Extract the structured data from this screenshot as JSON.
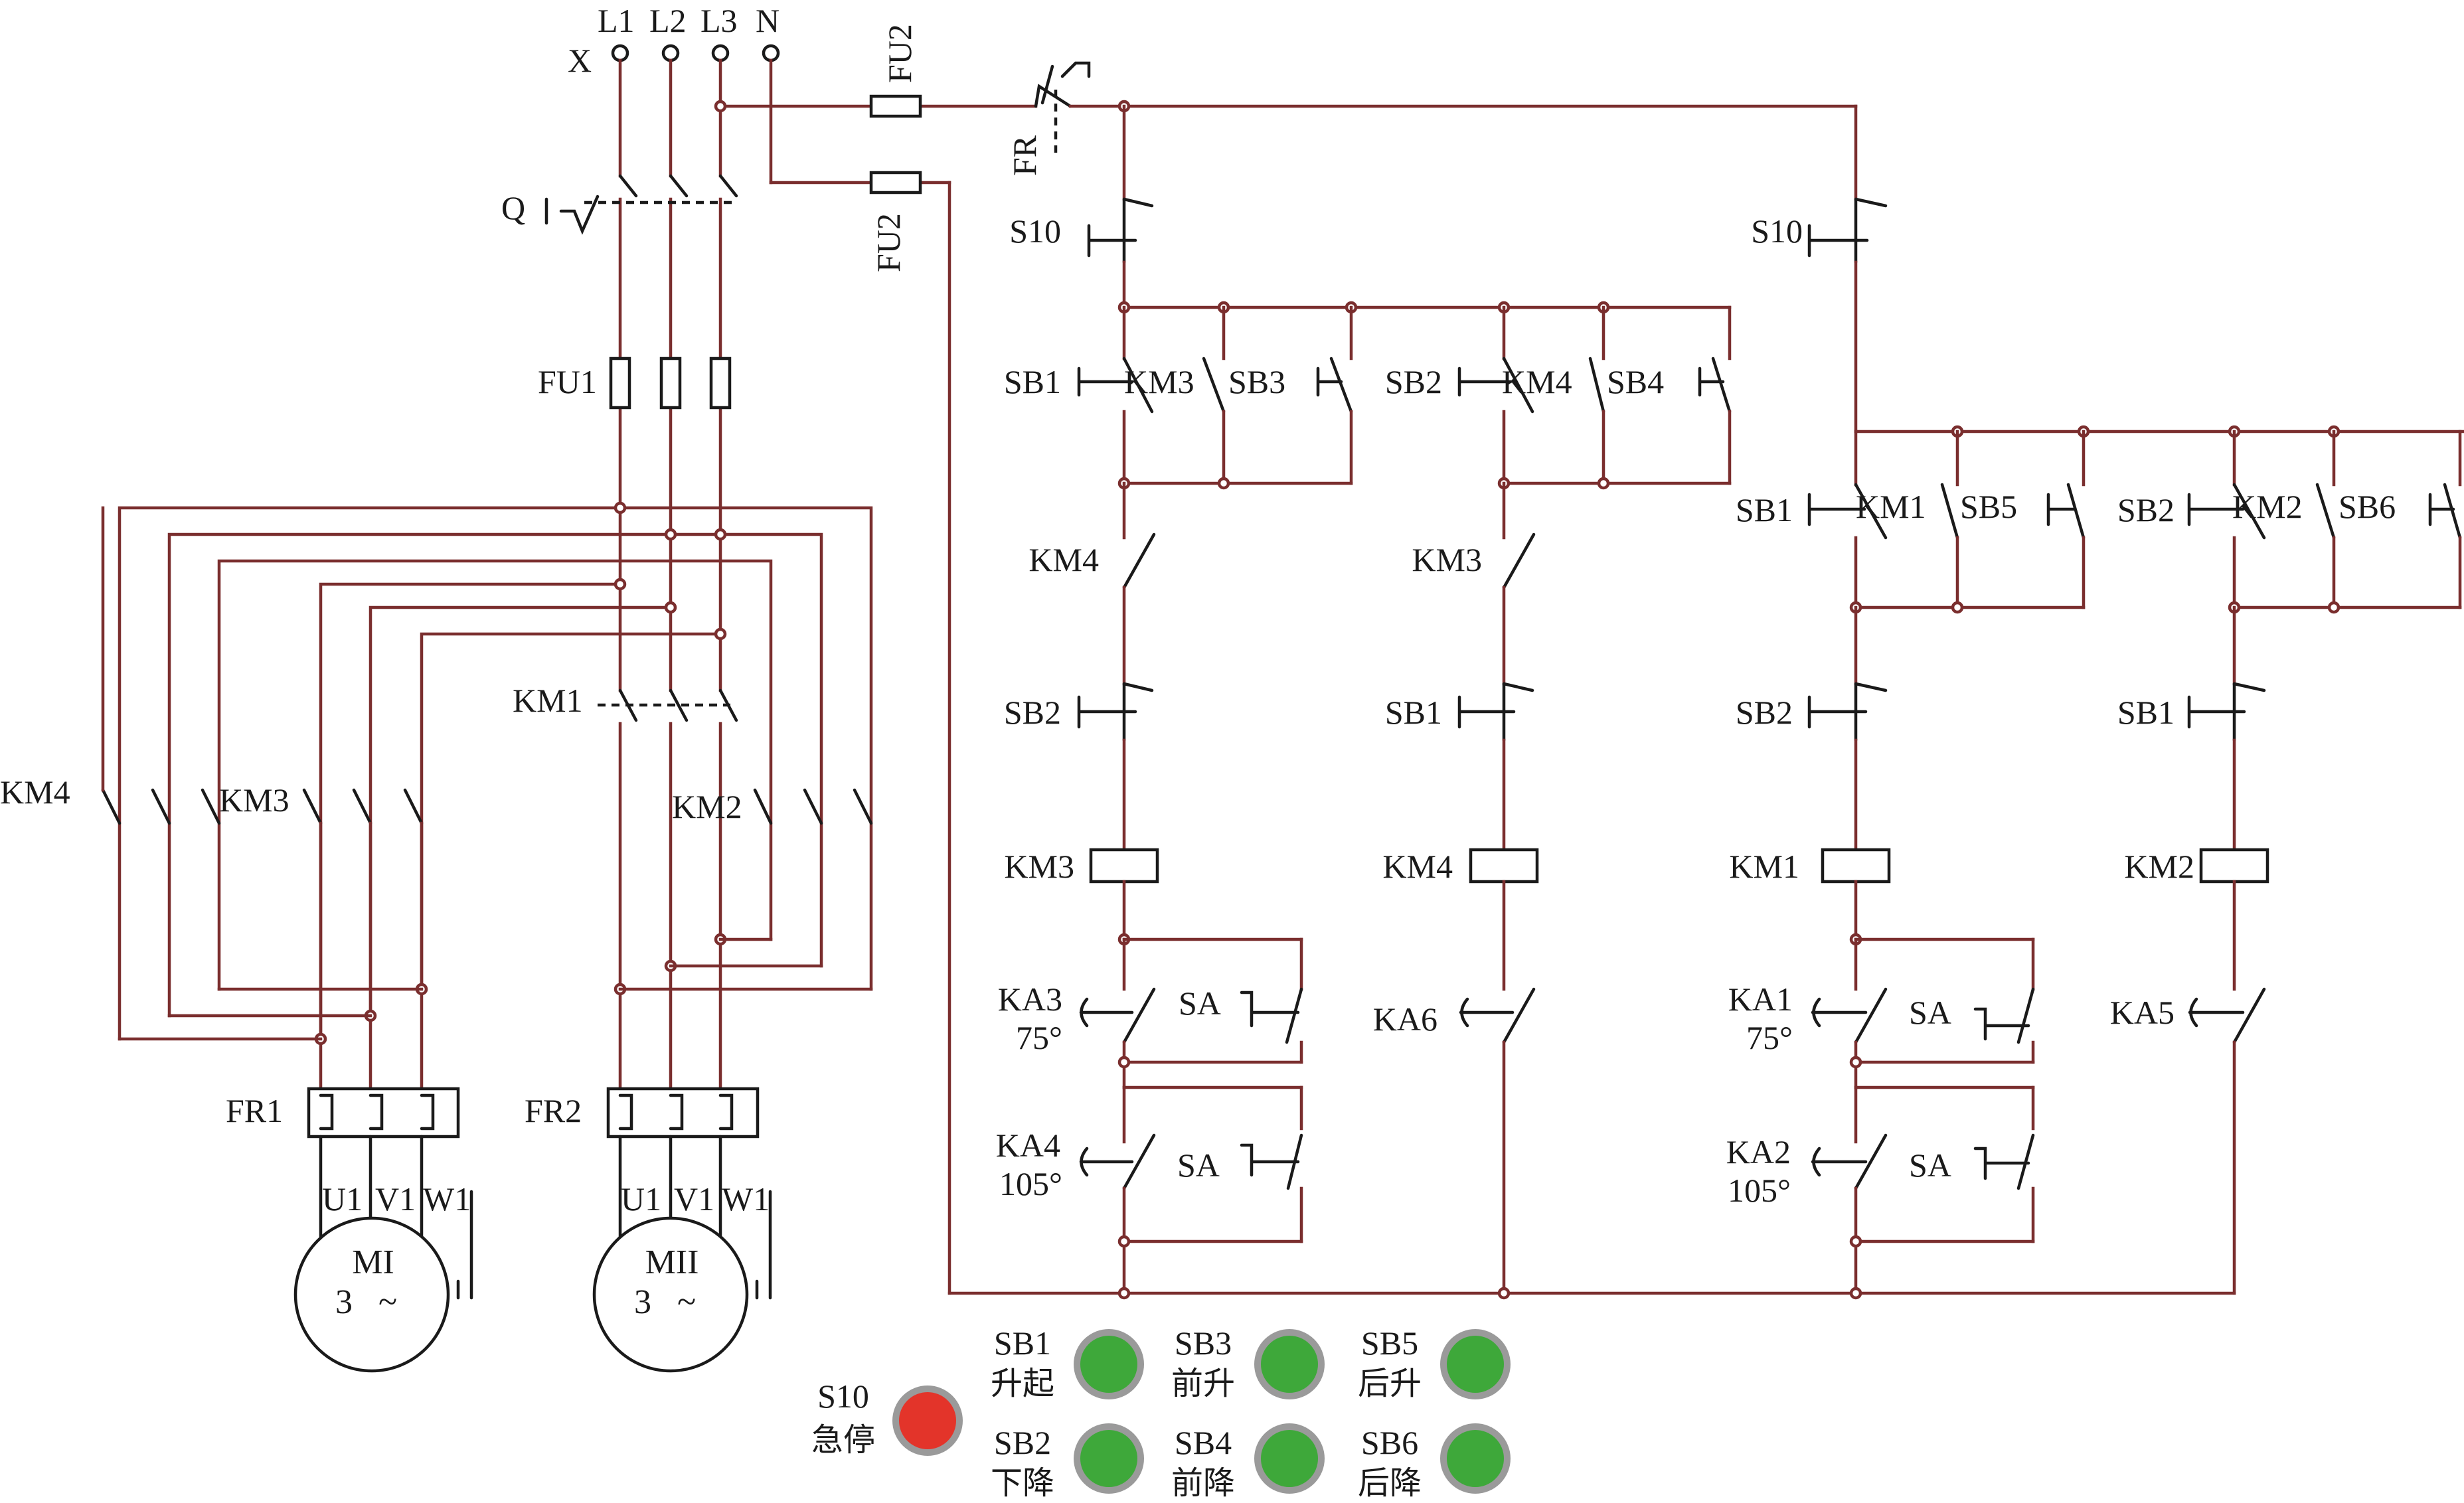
{
  "supply": {
    "x": "X",
    "l1": "L1",
    "l2": "L2",
    "l3": "L3",
    "n": "N"
  },
  "power": {
    "breaker": "Q",
    "fuse1": "FU1",
    "fuse2_top": "FU2",
    "fuse2_bottom": "FU2",
    "km1": "KM1",
    "km2": "KM2",
    "km3": "KM3",
    "km4": "KM4",
    "fr1": "FR1",
    "fr2": "FR2",
    "motor1": {
      "name": "MI",
      "phase": "3",
      "terminals": [
        "U1",
        "V1",
        "W1"
      ]
    },
    "motor2": {
      "name": "MII",
      "phase": "3",
      "terminals": [
        "U1",
        "V1",
        "W1"
      ]
    },
    "tilde": "~"
  },
  "control": {
    "fr": "FR",
    "s10_left": "S10",
    "s10_right": "S10",
    "col1": {
      "sb_top": "SB1",
      "seal": "KM3",
      "parallel": "SB3",
      "interlock": "KM4",
      "stop": "SB2",
      "coil": "KM3",
      "ka": "KA3",
      "ka_temp": "75°",
      "ka2": "KA4",
      "ka2_temp": "105°",
      "sa1": "SA",
      "sa2": "SA"
    },
    "col2": {
      "sb_top": "SB2",
      "seal": "KM4",
      "parallel": "SB4",
      "interlock": "KM3",
      "stop": "SB1",
      "coil": "KM4",
      "ka": "KA6"
    },
    "col3": {
      "sb_top": "SB1",
      "seal": "KM1",
      "parallel": "SB5",
      "stop": "SB2",
      "coil": "KM1",
      "ka": "KA1",
      "ka_temp": "75°",
      "ka2": "KA2",
      "ka2_temp": "105°",
      "sa1": "SA",
      "sa2": "SA"
    },
    "col4": {
      "sb_top": "SB2",
      "seal": "KM2",
      "parallel": "SB6",
      "stop": "SB1",
      "coil": "KM2",
      "ka": "KA5"
    }
  },
  "panel": {
    "s10": {
      "code": "S10",
      "label": "急停",
      "color": "#e3342a"
    },
    "sb1": {
      "code": "SB1",
      "label": "升起",
      "color": "#3ea83a"
    },
    "sb2": {
      "code": "SB2",
      "label": "下降",
      "color": "#3ea83a"
    },
    "sb3": {
      "code": "SB3",
      "label": "前升",
      "color": "#3ea83a"
    },
    "sb4": {
      "code": "SB4",
      "label": "前降",
      "color": "#3ea83a"
    },
    "sb5": {
      "code": "SB5",
      "label": "后升",
      "color": "#3ea83a"
    },
    "sb6": {
      "code": "SB6",
      "label": "后降",
      "color": "#3ea83a"
    }
  }
}
